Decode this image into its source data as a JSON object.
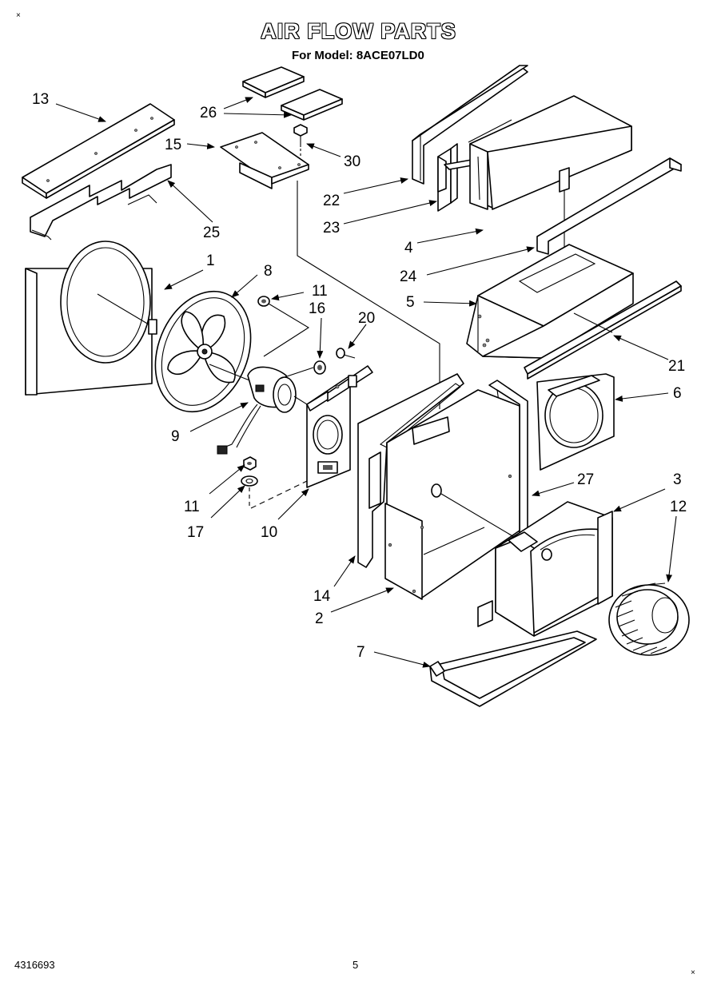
{
  "header": {
    "title": "AIR FLOW PARTS",
    "model": "For Model: 8ACE07LD0"
  },
  "footer": {
    "doc_number": "4316693",
    "page": "5"
  },
  "callouts": [
    "1",
    "2",
    "3",
    "4",
    "5",
    "6",
    "7",
    "8",
    "9",
    "10",
    "11",
    "11",
    "12",
    "13",
    "14",
    "15",
    "16",
    "17",
    "20",
    "21",
    "22",
    "23",
    "24",
    "25",
    "26",
    "27",
    "30"
  ]
}
